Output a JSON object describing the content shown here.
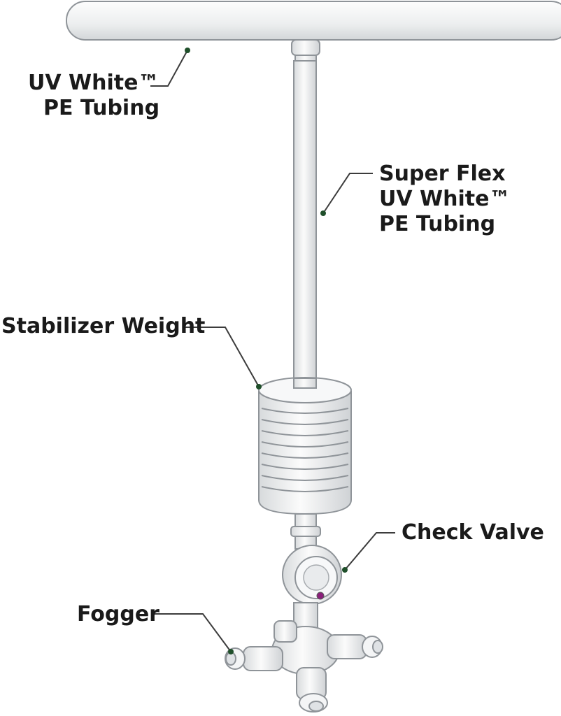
{
  "diagram": {
    "labels": {
      "tubing_top": [
        "UV White™",
        "PE Tubing"
      ],
      "super_flex": [
        "Super Flex",
        "UV White™",
        "PE Tubing"
      ],
      "stabilizer": [
        "Stabilizer Weight"
      ],
      "check_valve": [
        "Check Valve"
      ],
      "fogger": [
        "Fogger"
      ]
    },
    "colors": {
      "part_fill": "#f2f3f4",
      "part_outline": "#8f9499",
      "leader_line": "#3c3c3c",
      "leader_dot": "#1f4f2a",
      "valve_indicator": "#8a1f7a"
    }
  }
}
